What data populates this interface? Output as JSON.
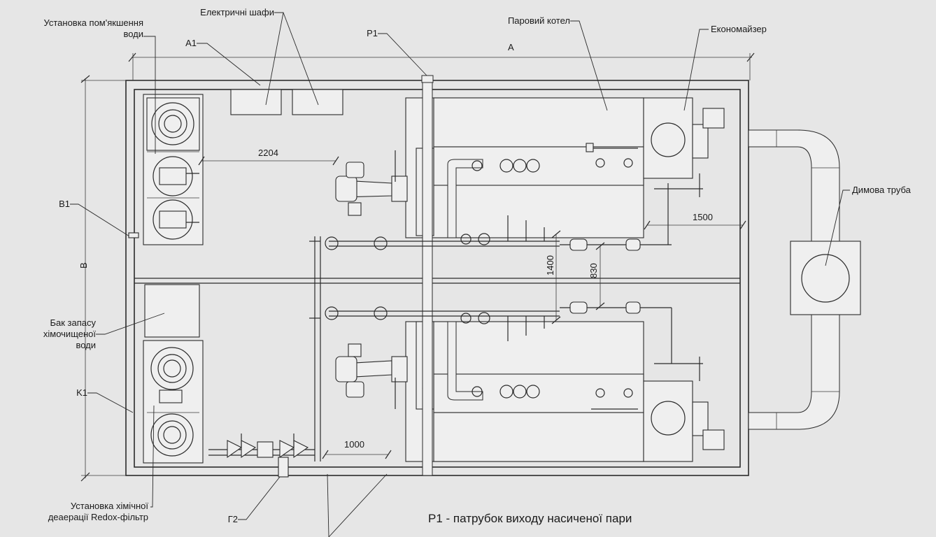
{
  "labels": {
    "softener": [
      "Установка пом'якшення",
      "води"
    ],
    "cabinets": "Електричні шафи",
    "a1": "A1",
    "p1": "P1",
    "boiler": "Паровий котел",
    "economizer": "Економайзер",
    "dim_a": "A",
    "b1": "B1",
    "dim_b": "B",
    "chimney": "Димова труба",
    "tank": [
      "Бак запасу",
      "хімочищеної",
      "води"
    ],
    "k1": "K1",
    "redox": [
      "Установка хімічної",
      "деаерації Redox-фільтр"
    ],
    "g2": "Г2"
  },
  "dimensions": {
    "d2204": "2204",
    "d1500": "1500",
    "d1400": "1400",
    "d830": "830",
    "d1000": "1000"
  },
  "legend": [
    "P1 - патрубок виходу насиченої пари"
  ]
}
